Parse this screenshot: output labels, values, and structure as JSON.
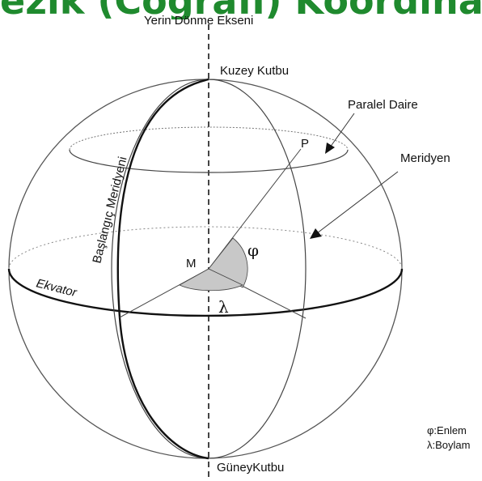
{
  "header": {
    "title": "ezik (Coğrafi) Koordinatlar"
  },
  "labels": {
    "axis": "Yerin Dönme Ekseni",
    "north_pole": "Kuzey Kutbu",
    "south_pole": "GüneyKutbu",
    "parallel_circle": "Paralel Daire",
    "meridian": "Meridyen",
    "prime_meridian": "Başlangıç Meridyeni",
    "equator": "Ekvator",
    "point_p": "P",
    "center_m": "M",
    "phi": "φ",
    "lambda": "λ"
  },
  "legend": {
    "phi_line": "φ:Enlem",
    "lambda_line": "λ:Boylam"
  },
  "colors": {
    "title": "#1f8a2e",
    "line": "#222222",
    "angle_fill": "#c8c8c8"
  }
}
